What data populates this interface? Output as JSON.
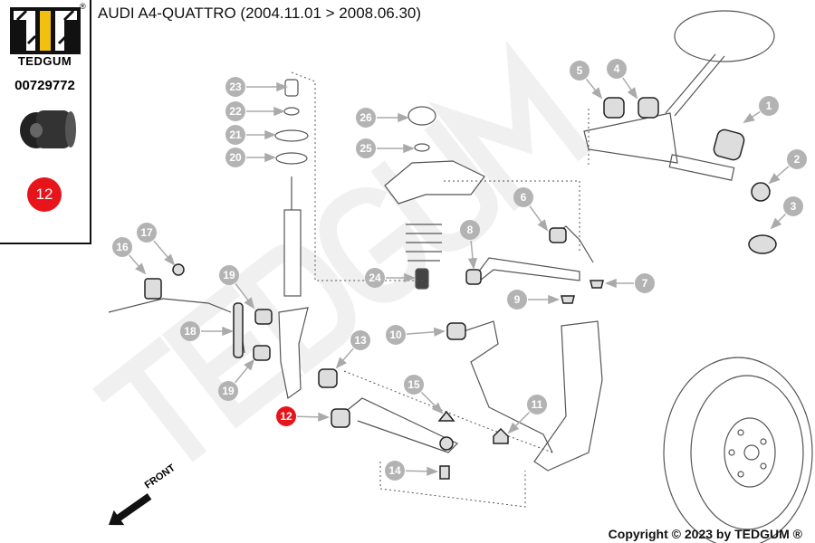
{
  "header": {
    "title": "AUDI A4-QUATTRO (2004.11.01 > 2008.06.30)"
  },
  "sidebar": {
    "brand": "TEDGUM",
    "registered_mark": "®",
    "part_number": "00729772",
    "position_badge": "12"
  },
  "diagram": {
    "watermark": "TEDGUM",
    "front_label": "FRONT",
    "highlighted_callout": "12",
    "callouts": [
      "23",
      "22",
      "21",
      "20",
      "26",
      "25",
      "5",
      "4",
      "1",
      "2",
      "3",
      "6",
      "8",
      "7",
      "9",
      "24",
      "16",
      "17",
      "19",
      "18",
      "19",
      "13",
      "10",
      "15",
      "11",
      "12",
      "14"
    ]
  },
  "footer": {
    "copyright": "Copyright © 2023 by TEDGUM ®"
  },
  "colors": {
    "callout": "#b3b3b3",
    "highlight": "#e8141c",
    "logo_yellow": "#f2c10f"
  }
}
